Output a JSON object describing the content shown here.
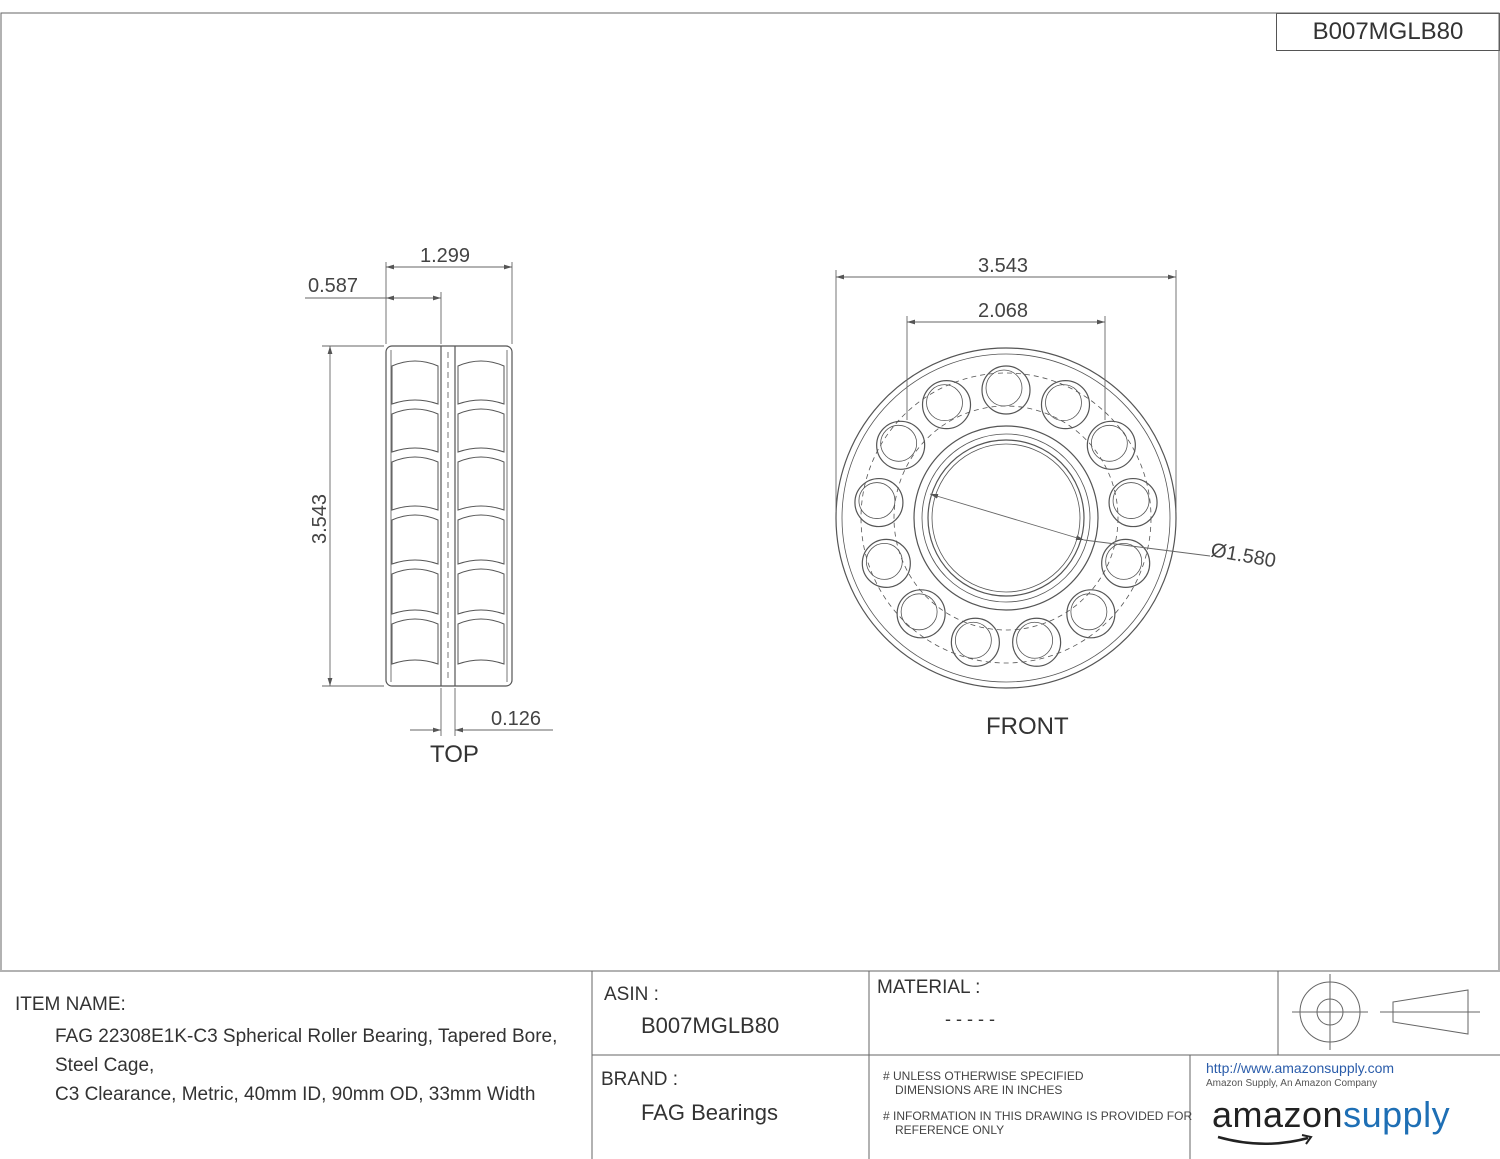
{
  "part_number": "B007MGLB80",
  "views": {
    "top": {
      "label": "TOP",
      "dim_width": "1.299",
      "dim_half": "0.587",
      "dim_height": "3.543",
      "dim_gap": "0.126"
    },
    "front": {
      "label": "FRONT",
      "dim_od": "3.543",
      "dim_pitch": "2.068",
      "dim_bore": "Ø1.580"
    }
  },
  "title_block": {
    "item_name_label": "ITEM NAME:",
    "item_name_lines": [
      "FAG 22308E1K-C3 Spherical Roller Bearing, Tapered Bore, Steel Cage,",
      "C3 Clearance, Metric, 40mm ID, 90mm OD, 33mm Width"
    ],
    "asin_label": "ASIN :",
    "asin_value": "B007MGLB80",
    "brand_label": "BRAND :",
    "brand_value": "FAG Bearings",
    "material_label": "MATERIAL :",
    "material_value": "- - - - -",
    "note1_line1": "# UNLESS OTHERWISE SPECIFIED",
    "note1_line2": "DIMENSIONS ARE IN INCHES",
    "note2_line1": "# INFORMATION IN THIS DRAWING IS PROVIDED FOR",
    "note2_line2": "REFERENCE ONLY",
    "url": "http://www.amazonsupply.com",
    "tagline": "Amazon Supply, An Amazon Company",
    "logo_part1": "amazon",
    "logo_part2": "supply"
  },
  "colors": {
    "line": "#555555",
    "logo_blue": "#1e6fb5",
    "link_blue": "#2a5caa"
  }
}
